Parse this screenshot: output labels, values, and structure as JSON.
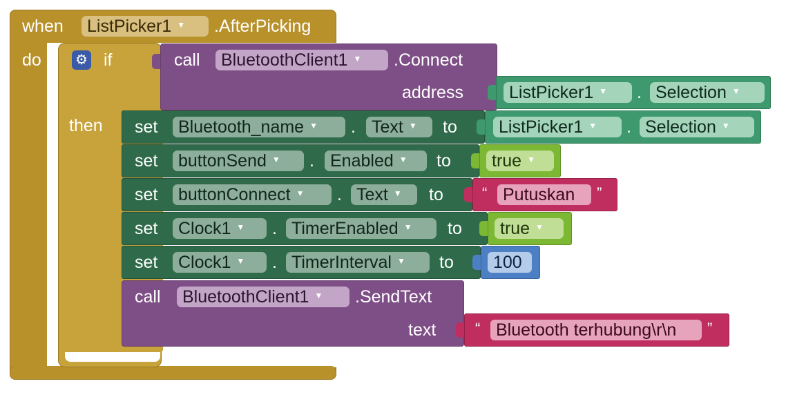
{
  "event": {
    "when": "when",
    "component": "ListPicker1",
    "event_name": ".AfterPicking",
    "do": "do"
  },
  "if_block": {
    "if": "if",
    "then": "then"
  },
  "connect": {
    "call": "call",
    "component": "BluetoothClient1",
    "method": ".Connect",
    "param": "address",
    "arg": {
      "component": "ListPicker1",
      "dot": ".",
      "property": "Selection"
    }
  },
  "setters": [
    {
      "set": "set",
      "component": "Bluetooth_name",
      "dot": ".",
      "property": "Text",
      "to": "to",
      "value": {
        "component": "ListPicker1",
        "dot": ".",
        "property": "Selection"
      }
    },
    {
      "set": "set",
      "component": "buttonSend",
      "dot": ".",
      "property": "Enabled",
      "to": "to",
      "value": "true"
    },
    {
      "set": "set",
      "component": "buttonConnect",
      "dot": ".",
      "property": "Text",
      "to": "to",
      "value": "Putuskan",
      "open_quote": "“",
      "close_quote": "”"
    },
    {
      "set": "set",
      "component": "Clock1",
      "dot": ".",
      "property": "TimerEnabled",
      "to": "to",
      "value": "true"
    },
    {
      "set": "set",
      "component": "Clock1",
      "dot": ".",
      "property": "TimerInterval",
      "to": "to",
      "value": "100"
    }
  ],
  "sendtext": {
    "call": "call",
    "component": "BluetoothClient1",
    "method": ".SendText",
    "param": "text",
    "value": "Bluetooth terhubung\\r\\n",
    "open_quote": "“",
    "close_quote": "”"
  },
  "icons": {
    "mutator": "gear-icon",
    "dropdown": "triangle-down-icon"
  },
  "colors": {
    "event": "#B8912B",
    "control": "#C8A23A",
    "procedure": "#7E4F86",
    "component_setter": "#2F6B4A",
    "component_getter": "#3E9A6E",
    "logic": "#7DB834",
    "math": "#4C7FC3",
    "text": "#BF2E5E"
  }
}
